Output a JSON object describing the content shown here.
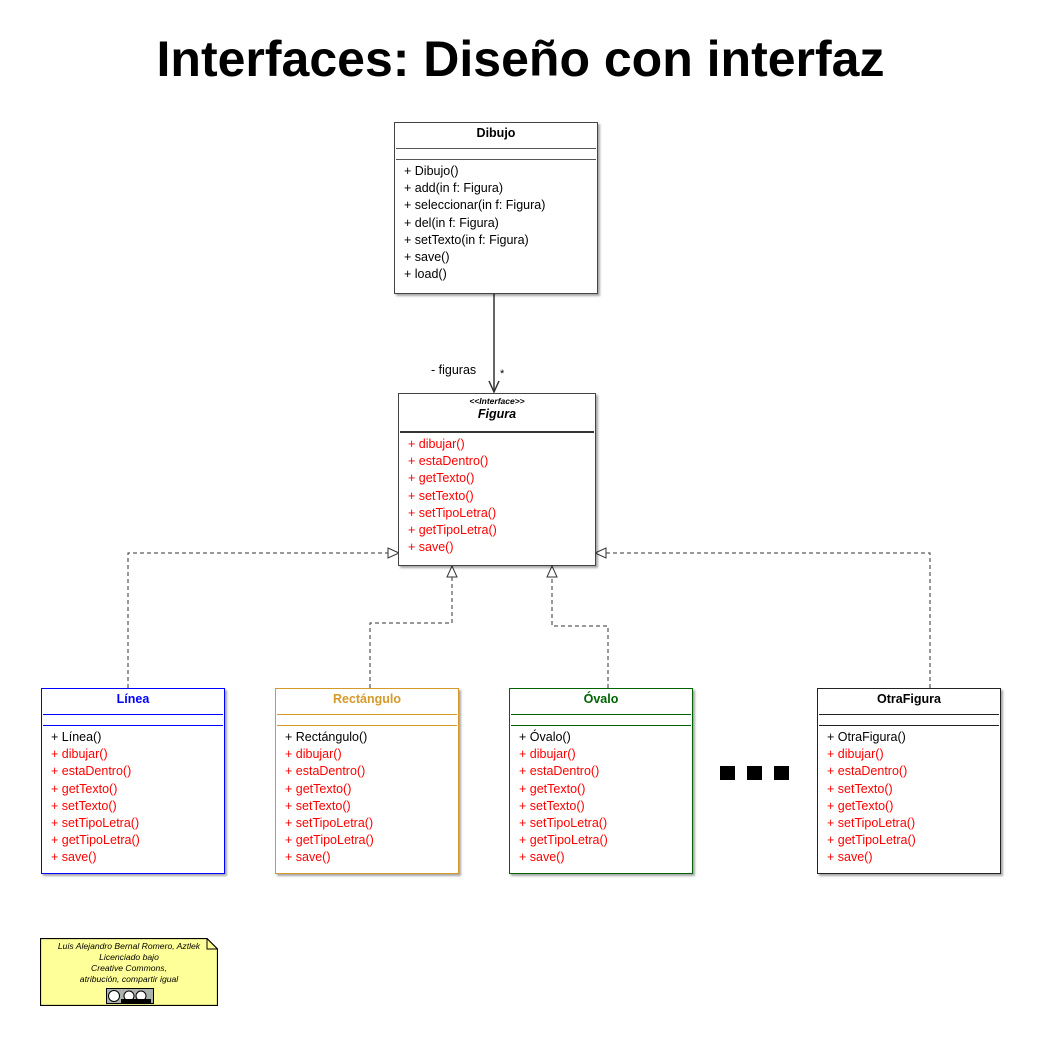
{
  "title": "Interfaces: Diseño con interfaz",
  "dibujo": {
    "name": "Dibujo",
    "ops": [
      "+ Dibujo()",
      "+ add(in f: Figura)",
      "+ seleccionar(in f: Figura)",
      "+ del(in f: Figura)",
      "+ setTexto(in f: Figura)",
      "+ save()",
      "+ load()"
    ]
  },
  "association": {
    "role": "- figuras",
    "multiplicity": "*"
  },
  "figura": {
    "stereotype": "<<Interface>>",
    "name": "Figura",
    "ops": [
      "+ dibujar()",
      "+ estaDentro()",
      "+ getTexto()",
      "+ setTexto()",
      "+ setTipoLetra()",
      "+ getTipoLetra()",
      "+ save()"
    ]
  },
  "linea": {
    "name": "Línea",
    "color": "#0000ff",
    "constructor": "+ Línea()",
    "ops": [
      "+ dibujar()",
      "+ estaDentro()",
      "+ getTexto()",
      "+ setTexto()",
      "+ setTipoLetra()",
      "+ getTipoLetra()",
      "+ save()"
    ]
  },
  "rectangulo": {
    "name": "Rectángulo",
    "color": "#d49a2a",
    "constructor": "+ Rectángulo()",
    "ops": [
      "+ dibujar()",
      "+ estaDentro()",
      "+ getTexto()",
      "+ setTexto()",
      "+ setTipoLetra()",
      "+ getTipoLetra()",
      "+ save()"
    ]
  },
  "ovalo": {
    "name": "Óvalo",
    "color": "#006400",
    "constructor": "+ Óvalo()",
    "ops": [
      "+ dibujar()",
      "+ estaDentro()",
      "+ getTexto()",
      "+ setTexto()",
      "+ setTipoLetra()",
      "+ getTipoLetra()",
      "+ save()"
    ]
  },
  "otrafigura": {
    "name": "OtraFigura",
    "color": "#000000",
    "constructor": "+ OtraFigura()",
    "ops": [
      "+ dibujar()",
      "+ estaDentro()",
      "+ setTexto()",
      "+ getTexto()",
      "+ setTipoLetra()",
      "+ getTipoLetra()",
      "+ save()"
    ]
  },
  "note": {
    "lines": [
      "Luis Alejandro Bernal Romero, Aztlek",
      "Licenciado bajo",
      "Creative Commons,",
      "atribución, compartir igual"
    ],
    "fill": "#ffff99"
  }
}
